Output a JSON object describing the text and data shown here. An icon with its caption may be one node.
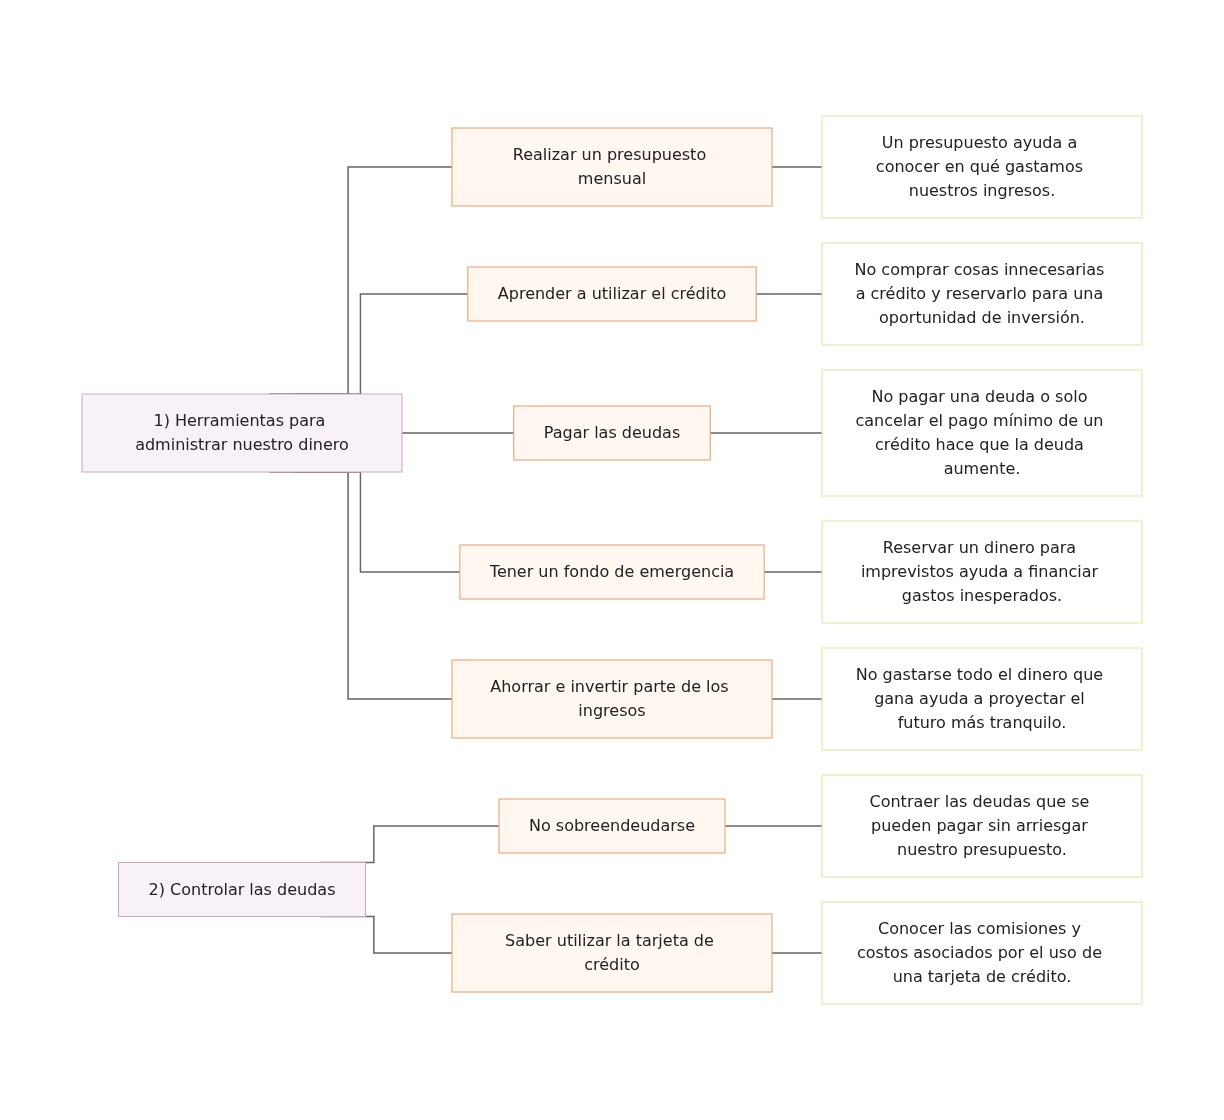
{
  "diagram": {
    "nodes": [
      {
        "text": [
          "1) Herramientas para administrar nuestro dinero"
        ]
      },
      {
        "text": [
          "Realizar un presupuesto mensual"
        ]
      },
      {
        "text": [
          "Un presupuesto ayuda a conocer en qué gastamos nuestros ingresos."
        ]
      },
      {
        "text": [
          "Aprender a utilizar el crédito"
        ]
      },
      {
        "text": [
          "No comprar cosas innecesarias a crédito y reservarlo para una oportunidad de inversión."
        ]
      },
      {
        "text": [
          "Pagar las deudas"
        ]
      },
      {
        "text": [
          "No pagar una deuda o solo cancelar el pago mínimo de un crédito hace que la deuda aumente."
        ]
      },
      {
        "text": [
          "Tener un fondo de emergencia"
        ]
      },
      {
        "text": [
          "Reservar un dinero para imprevistos ayuda a financiar gastos inesperados."
        ]
      },
      {
        "text": [
          "Ahorrar e invertir parte de los ingresos"
        ]
      },
      {
        "text": [
          "No gastarse todo el dinero que gana ayuda a proyectar el futuro más tranquilo."
        ]
      },
      {
        "text": [
          "2) Controlar las deudas"
        ]
      },
      {
        "text": [
          "No sobreendeudarse"
        ]
      },
      {
        "text": [
          "Contraer las deudas que se pueden pagar sin arriesgar nuestro presupuesto."
        ]
      },
      {
        "text": [
          "Saber utilizar la tarjeta de crédito"
        ]
      },
      {
        "text": [
          "Conocer las comisiones y costos asociados por el uso de una tarjeta de crédito."
        ]
      }
    ],
    "edges": [
      {
        "from": 0,
        "to": 1,
        "arrow": "none"
      },
      {
        "from": 1,
        "to": 2,
        "arrow": "none"
      },
      {
        "from": 0,
        "to": 3,
        "arrow": "none"
      },
      {
        "from": 3,
        "to": 4,
        "arrow": "none"
      },
      {
        "from": 0,
        "to": 5,
        "arrow": "none"
      },
      {
        "from": 5,
        "to": 6,
        "arrow": "none"
      },
      {
        "from": 0,
        "to": 7,
        "arrow": "none"
      },
      {
        "from": 7,
        "to": 8,
        "arrow": "none"
      },
      {
        "from": 0,
        "to": 9,
        "arrow": "none"
      },
      {
        "from": 9,
        "to": 10,
        "arrow": "none"
      },
      {
        "from": 11,
        "to": 12,
        "arrow": "none"
      },
      {
        "from": 12,
        "to": 13,
        "arrow": "none"
      },
      {
        "from": 11,
        "to": 14,
        "arrow": "none"
      },
      {
        "from": 14,
        "to": 15,
        "arrow": "none"
      }
    ]
  }
}
